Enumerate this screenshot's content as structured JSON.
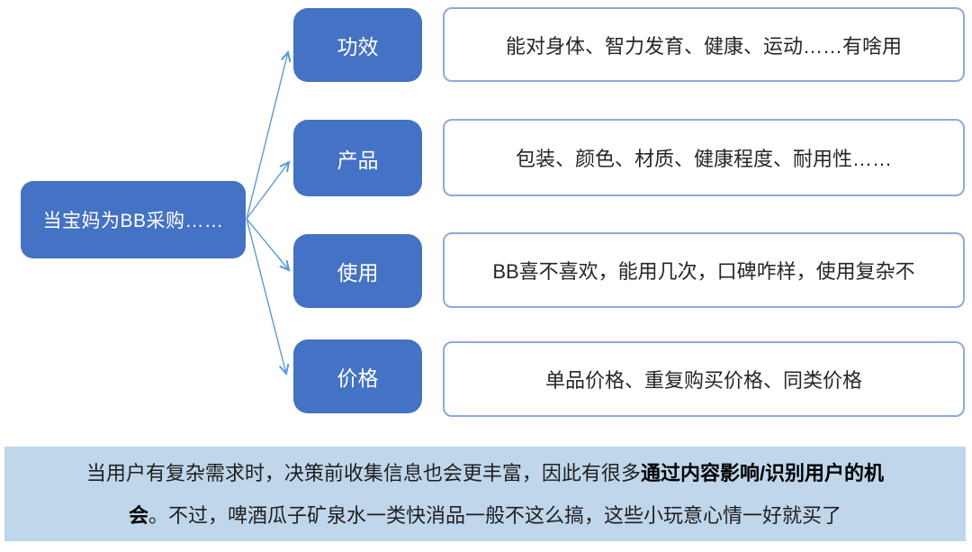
{
  "root": {
    "label": "当宝妈为BB采购……"
  },
  "branches": [
    {
      "label": "功效",
      "detail": "能对身体、智力发育、健康、运动……有啥用"
    },
    {
      "label": "产品",
      "detail": "包装、颜色、材质、健康程度、耐用性……"
    },
    {
      "label": "使用",
      "detail": "BB喜不喜欢，能用几次，口碑咋样，使用复杂不"
    },
    {
      "label": "价格",
      "detail": "单品价格、重复购买价格、同类价格"
    }
  ],
  "footer": {
    "line1_regular": "当用户有复杂需求时，决策前收集信息也会更丰富，因此有很多",
    "line1_bold": "通过内容影响/识别用户的机",
    "line2_bold": "会",
    "line2_regular": "。不过，啤酒瓜子矿泉水一类快消品一般不这么搞，这些小玩意心情一好就买了"
  },
  "colors": {
    "node_fill": "#4472C4",
    "node_text": "#FFFFFF",
    "detail_border": "#8EAADB",
    "connector": "#5B9BD5",
    "footer_bg": "#BFD6EB",
    "body_text": "#262626"
  }
}
